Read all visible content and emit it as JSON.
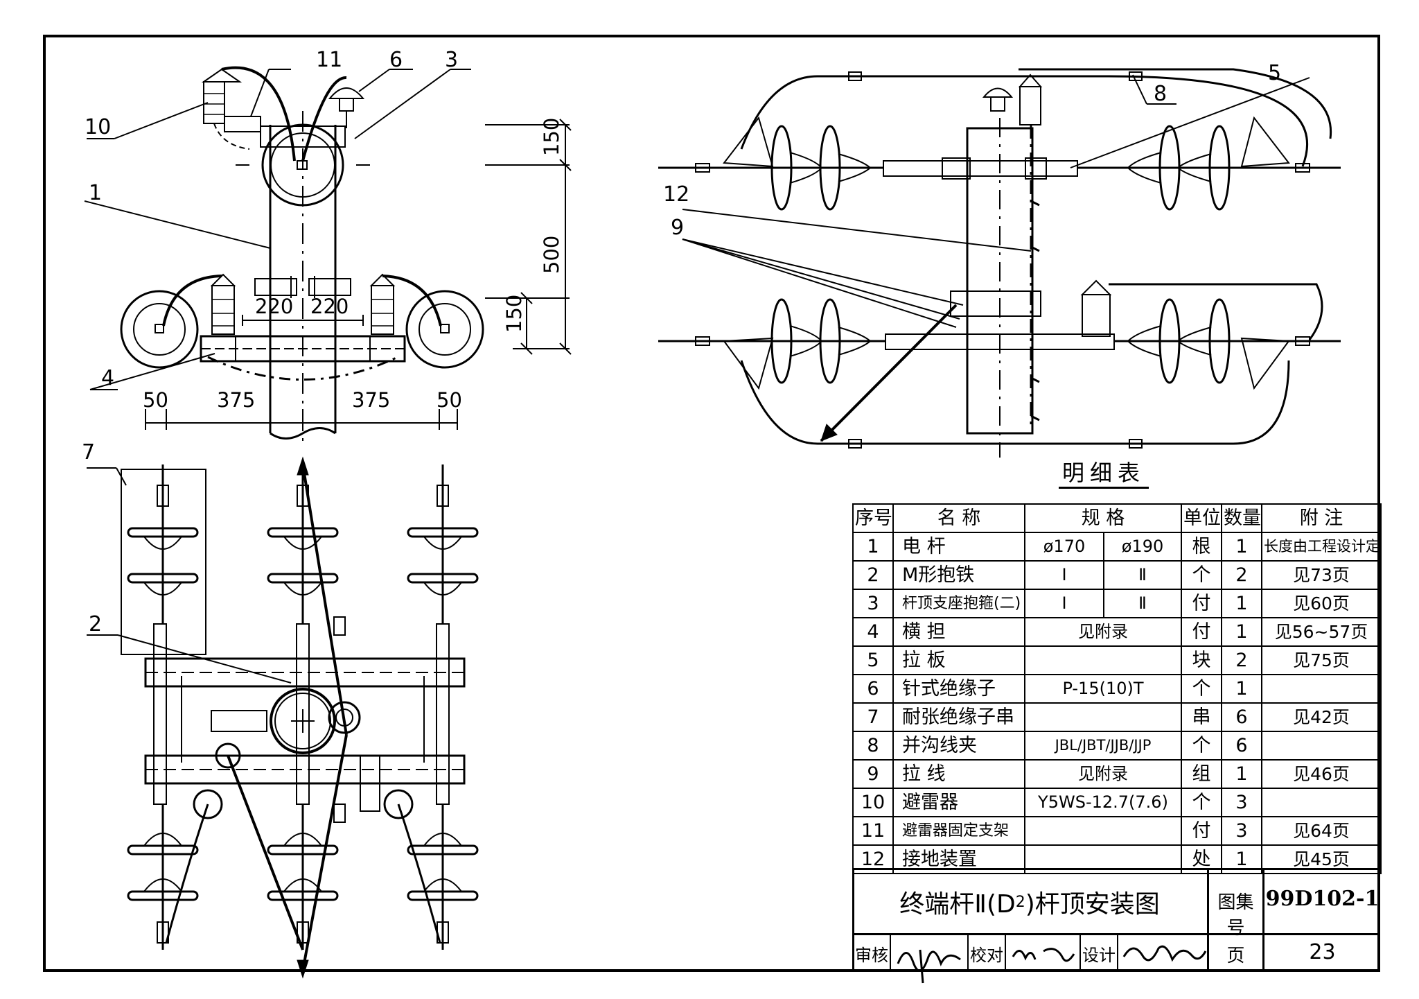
{
  "drawing": {
    "callouts": [
      "1",
      "2",
      "3",
      "4",
      "5",
      "6",
      "7",
      "8",
      "9",
      "10",
      "11",
      "12"
    ],
    "dimensions": {
      "d150_top": "150",
      "d500": "500",
      "d150_low": "150",
      "d220_left": "220",
      "d220_right": "220",
      "d50_left": "50",
      "d375_left": "375",
      "d375_right": "375",
      "d50_right": "50"
    }
  },
  "table": {
    "title": "明细表",
    "headers": [
      "序号",
      "名 称",
      "规 格",
      "单位",
      "数量",
      "附 注"
    ],
    "rows": [
      {
        "no": "1",
        "name": "电 杆",
        "spec_a": "ø170",
        "spec_b": "ø190",
        "unit": "根",
        "qty": "1",
        "note": "长度由工程设计定"
      },
      {
        "no": "2",
        "name": "M形抱铁",
        "spec_a": "Ⅰ",
        "spec_b": "Ⅱ",
        "unit": "个",
        "qty": "2",
        "note": "见73页"
      },
      {
        "no": "3",
        "name": "杆顶支座抱箍(二)",
        "spec_a": "Ⅰ",
        "spec_b": "Ⅱ",
        "unit": "付",
        "qty": "1",
        "note": "见60页"
      },
      {
        "no": "4",
        "name": "横 担",
        "spec": "见附录",
        "unit": "付",
        "qty": "1",
        "note": "见56~57页"
      },
      {
        "no": "5",
        "name": "拉 板",
        "spec": "",
        "unit": "块",
        "qty": "2",
        "note": "见75页"
      },
      {
        "no": "6",
        "name": "针式绝缘子",
        "spec": "P-15(10)T",
        "unit": "个",
        "qty": "1",
        "note": ""
      },
      {
        "no": "7",
        "name": "耐张绝缘子串",
        "spec": "",
        "unit": "串",
        "qty": "6",
        "note": "见42页"
      },
      {
        "no": "8",
        "name": "并沟线夹",
        "spec": "JBL/JBT/JJB/JJP",
        "unit": "个",
        "qty": "6",
        "note": ""
      },
      {
        "no": "9",
        "name": "拉 线",
        "spec": "见附录",
        "unit": "组",
        "qty": "1",
        "note": "见46页"
      },
      {
        "no": "10",
        "name": "避雷器",
        "spec": "Y5WS-12.7(7.6)",
        "unit": "个",
        "qty": "3",
        "note": ""
      },
      {
        "no": "11",
        "name": "避雷器固定支架",
        "spec": "",
        "unit": "付",
        "qty": "3",
        "note": "见64页"
      },
      {
        "no": "12",
        "name": "接地装置",
        "spec": "",
        "unit": "处",
        "qty": "1",
        "note": "见45页"
      }
    ]
  },
  "title_block": {
    "title_main": "终端杆Ⅱ(D",
    "title_sub": "2",
    "title_end": ")杆顶安装图",
    "atlas_label": "图集号",
    "atlas_no": "99D102-1",
    "page_label": "页",
    "page_no": "23",
    "review_label": "审核",
    "check_label": "校对",
    "design_label": "设计"
  }
}
